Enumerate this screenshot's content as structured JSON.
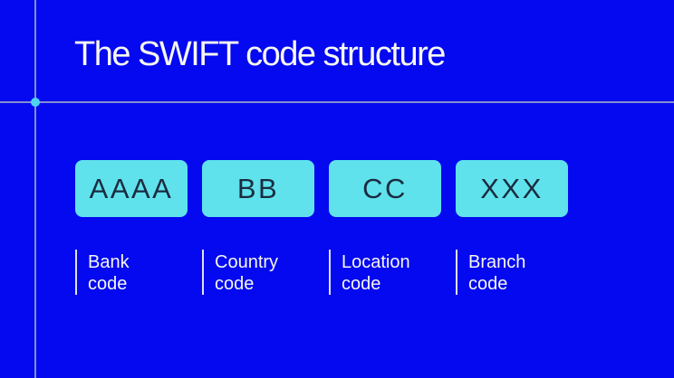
{
  "title": "The SWIFT code structure",
  "segments": [
    {
      "code": "AAAA",
      "label_line1": "Bank",
      "label_line2": "code"
    },
    {
      "code": "BB",
      "label_line1": "Country",
      "label_line2": "code"
    },
    {
      "code": "CC",
      "label_line1": "Location",
      "label_line2": "code"
    },
    {
      "code": "XXX",
      "label_line1": "Branch",
      "label_line2": "code"
    }
  ],
  "colors": {
    "background": "#0409EF",
    "box_fill": "#5FE2EC",
    "box_text": "#1B2B40",
    "light_text": "#F6F7F3",
    "guide_line": "#8590CE",
    "tick": "#DCE0F0",
    "dot": "#4DD2F1"
  }
}
